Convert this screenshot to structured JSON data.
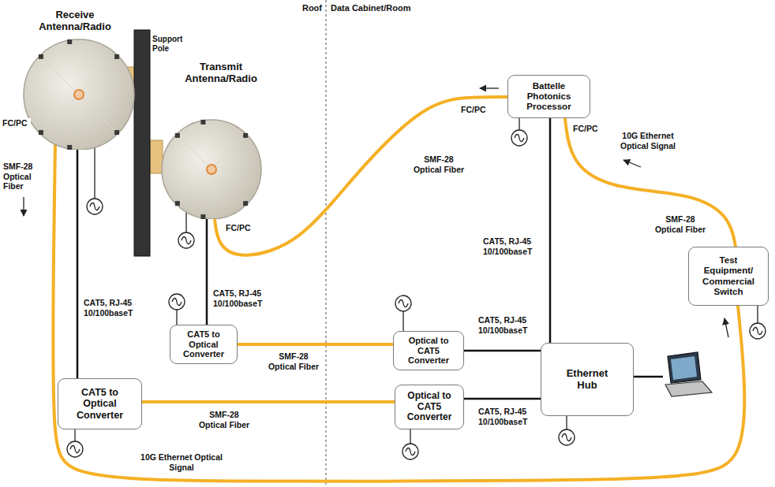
{
  "diagram": {
    "nodes": [
      {
        "text": [
          "Receive Antenna/Radio"
        ]
      },
      {
        "text": [
          "Transmit Antenna/Radio"
        ]
      },
      {
        "text": [
          "Battelle Photonics Processor"
        ]
      },
      {
        "text": [
          "Test Equipment/ Commercial Switch"
        ]
      },
      {
        "text": [
          "CAT5 to Optical Converter"
        ]
      },
      {
        "text": [
          "Optical to CAT5 Converter"
        ]
      },
      {
        "text": [
          "Ethernet Hub"
        ]
      },
      {
        "text": [
          "CAT5 to Optical Converter"
        ]
      },
      {
        "text": [
          "Optical to CAT5 Converter"
        ]
      }
    ],
    "edges": [
      {
        "from": 0,
        "to": 7,
        "label": "CAT5, RJ-45 10/100baseT",
        "arrow": "none"
      },
      {
        "from": 1,
        "to": 4,
        "label": "CAT5, RJ-45 10/100baseT",
        "arrow": "none"
      },
      {
        "from": 4,
        "to": 5,
        "label": "SMF-28 Optical Fiber",
        "arrow": "none"
      },
      {
        "from": 7,
        "to": 8,
        "label": "SMF-28 Optical Fiber",
        "arrow": "none"
      },
      {
        "from": 5,
        "to": 6,
        "label": "CAT5, RJ-45 10/100baseT",
        "arrow": "none"
      },
      {
        "from": 8,
        "to": 6,
        "label": "CAT5, RJ-45 10/100baseT",
        "arrow": "none"
      },
      {
        "from": 2,
        "to": 6,
        "label": "CAT5, RJ-45 10/100baseT",
        "arrow": "none"
      },
      {
        "from": 2,
        "to": 1,
        "label": "SMF-28 Optical Fiber",
        "arrow": "none"
      },
      {
        "from": 3,
        "to": 2,
        "label": "SMF-28 Optical Fiber",
        "arrow": "none"
      },
      {
        "from": 0,
        "to": 3,
        "label": "SMF-28 Optical Fiber",
        "arrow": "none"
      }
    ],
    "labels": [
      "Roof",
      "Data Cabinet/Room",
      "Support Pole",
      "FC/PC",
      "FC/PC",
      "FC/PC",
      "FC/PC",
      "10G Ethernet Optical Signal",
      "10G Ethernet Optical Signal"
    ]
  }
}
